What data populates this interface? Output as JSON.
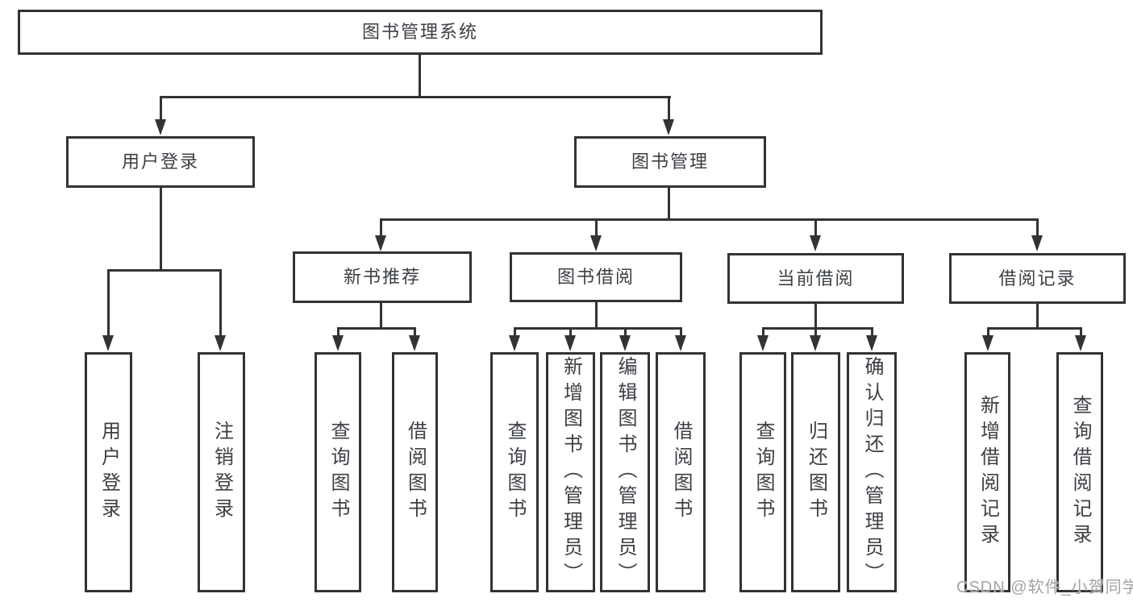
{
  "diagram": {
    "watermark": "CSDN @软件_小贺同学",
    "colors": {
      "line": "#333333",
      "text": "#3c4045",
      "background": "#ffffff",
      "watermark": "#a3a3a3"
    },
    "tree": {
      "label": "图书管理系统",
      "children": [
        {
          "label": "用户登录",
          "children": [
            {
              "label": "用户登录"
            },
            {
              "label": "注销登录"
            }
          ]
        },
        {
          "label": "图书管理",
          "children": [
            {
              "label": "新书推荐",
              "children": [
                {
                  "label": "查询图书"
                },
                {
                  "label": "借阅图书"
                }
              ]
            },
            {
              "label": "图书借阅",
              "children": [
                {
                  "label": "查询图书"
                },
                {
                  "label": "新增图书（管理员）"
                },
                {
                  "label": "编辑图书（管理员）"
                },
                {
                  "label": "借阅图书"
                }
              ]
            },
            {
              "label": "当前借阅",
              "children": [
                {
                  "label": "查询图书"
                },
                {
                  "label": "归还图书"
                },
                {
                  "label": "确认归还（管理员）"
                }
              ]
            },
            {
              "label": "借阅记录",
              "children": [
                {
                  "label": "新增借阅记录"
                },
                {
                  "label": "查询借阅记录"
                }
              ]
            }
          ]
        }
      ]
    }
  }
}
